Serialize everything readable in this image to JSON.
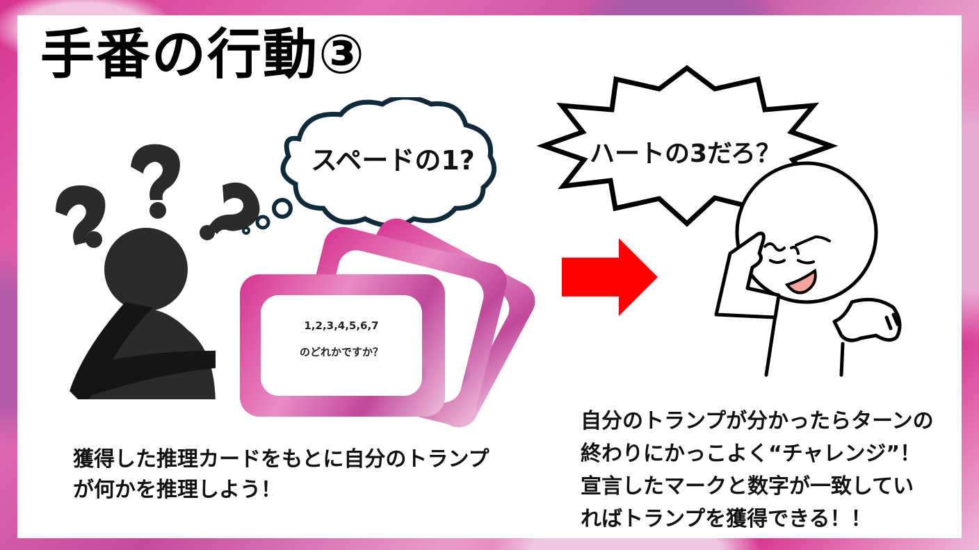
{
  "slide": {
    "title": "手番の行動③",
    "colors": {
      "frame_primary": "#d6348f",
      "frame_secondary": "#a65aa8",
      "frame_light": "#efb9da",
      "arrow": "#ff0000",
      "thought_outline": "#0f2a3a",
      "silhouette": "#2b2b2b",
      "mouth": "#f4a3a0"
    }
  },
  "left": {
    "thought_bubble_text": "スペードの1?",
    "card": {
      "line1": "1,2,3,4,5,6,7",
      "line2": "のどれかですか？"
    },
    "caption_line1": "獲得した推理カードをもとに自分のトランプ",
    "caption_line2": "が何かを推理しよう！",
    "icons": [
      "person-silhouette-icon",
      "question-mark-icon",
      "thought-bubble-icon",
      "card-stack-icon"
    ]
  },
  "arrow": {
    "icon": "right-arrow-icon"
  },
  "right": {
    "shout_bubble_text": "ハートの3だろ？",
    "caption_lines": [
      "自分のトランプが分かったらターンの",
      "終わりにかっこよく“チャレンジ”！",
      "宣言したマークと数字が一致してい",
      "ればトランプを獲得できる！！"
    ],
    "icons": [
      "thinking-character-icon",
      "shout-bubble-icon"
    ]
  }
}
